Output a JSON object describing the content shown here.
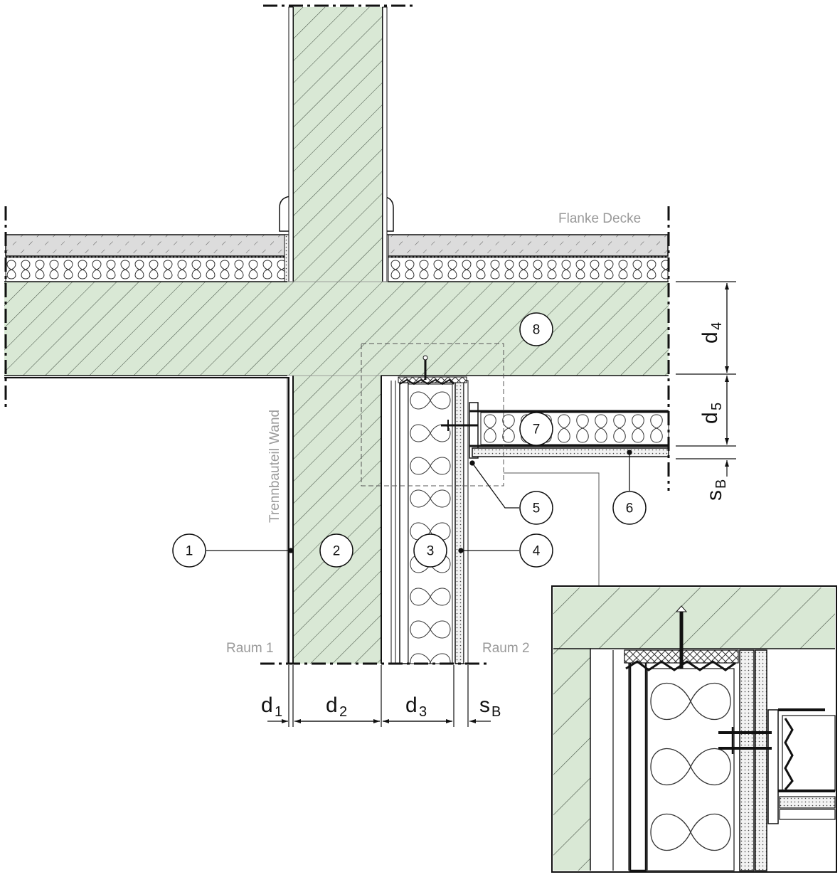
{
  "labels": {
    "flanke_decke": "Flanke Decke",
    "trennbauteil_wand": "Trennbauteil Wand",
    "raum1": "Raum 1",
    "raum2": "Raum 2"
  },
  "callouts": [
    "1",
    "2",
    "3",
    "4",
    "5",
    "6",
    "7",
    "8"
  ],
  "dimensions": {
    "d1": {
      "main": "d",
      "sub": "1"
    },
    "d2": {
      "main": "d",
      "sub": "2"
    },
    "d3": {
      "main": "d",
      "sub": "3"
    },
    "sb_bottom": {
      "main": "s",
      "sub": "B"
    },
    "d4": {
      "main": "d",
      "sub": "4"
    },
    "d5": {
      "main": "d",
      "sub": "5"
    },
    "sb_right": {
      "main": "s",
      "sub": "B"
    }
  },
  "colors": {
    "concrete": "#d9e8d5",
    "hatch": "#3d4a3d",
    "screed": "#dcdcdc",
    "line": "#111111",
    "grey_text": "#9a9a9a"
  }
}
